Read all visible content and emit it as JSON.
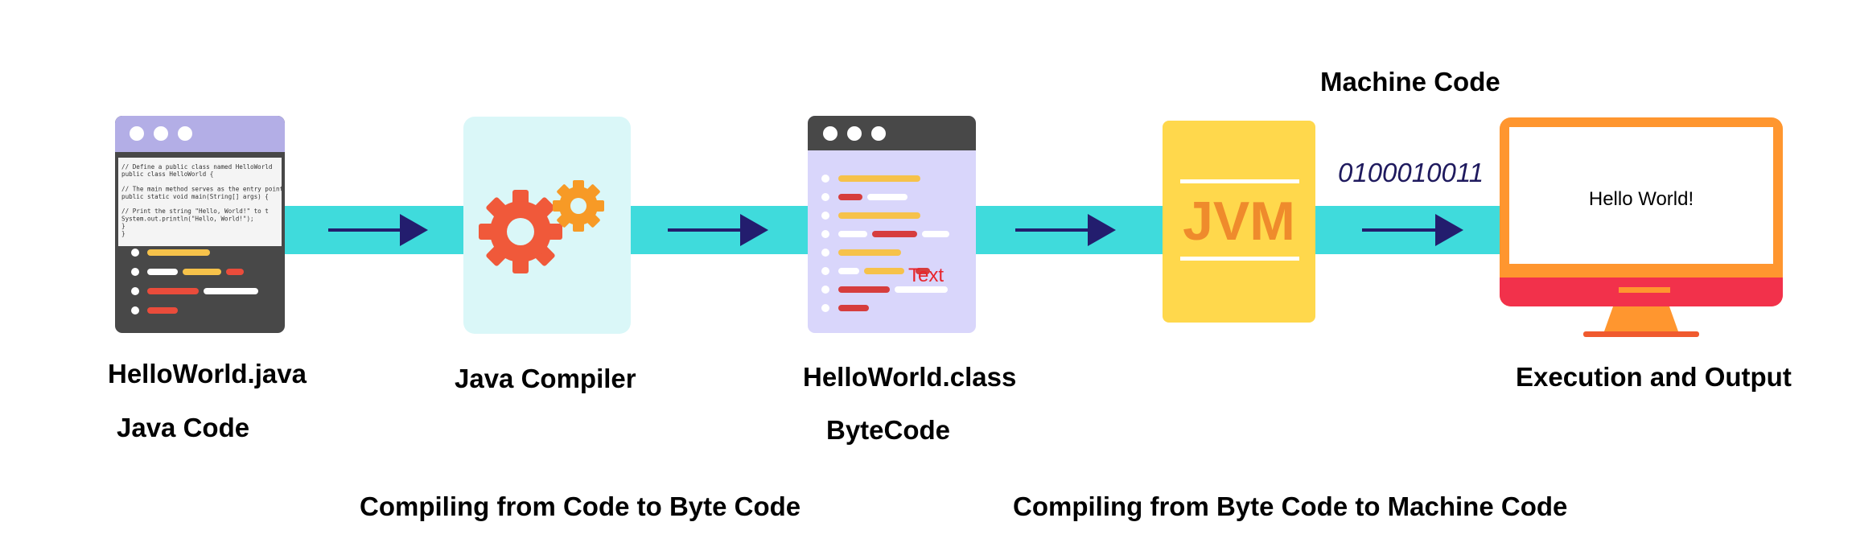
{
  "stages": {
    "source": {
      "filename": "HelloWorld.java",
      "caption": "Java Code"
    },
    "compiler": {
      "caption": "Java Compiler"
    },
    "bytecode": {
      "filename": "HelloWorld.class",
      "caption": "ByteCode",
      "overlay_text": "Text"
    },
    "jvm": {
      "label": "JVM"
    },
    "output": {
      "caption": "Execution and Output",
      "screen_text": "Hello World!"
    }
  },
  "machine_code": {
    "title": "Machine Code",
    "binary": "0100010011"
  },
  "phases": {
    "first": "Compiling from Code to Byte Code",
    "second": "Compiling from Byte Code to Machine Code"
  },
  "code_snippet": [
    "// Define a public class named HelloWorld",
    "public class HelloWorld {",
    "",
    "    // The main method serves as the entry point",
    "    public static void main(String[] args) {",
    "",
    "        // Print the string \"Hello, World!\" to t",
    "        System.out.println(\"Hello, World!\");",
    "    }",
    "}"
  ],
  "colors": {
    "flow_band": "#3fdbdc",
    "arrow": "#231d6e",
    "ide_header": "#b3aee6",
    "ide_body": "#484848",
    "compiler_bg": "#daf7f8",
    "gear_large": "#f0593a",
    "gear_small": "#f79a26",
    "bytecode_bg": "#d9d6fb",
    "jvm_bg": "#ffd84c",
    "jvm_text": "#ef8b2c",
    "monitor_frame": "#ff962f",
    "monitor_stand": "#f2314b"
  }
}
